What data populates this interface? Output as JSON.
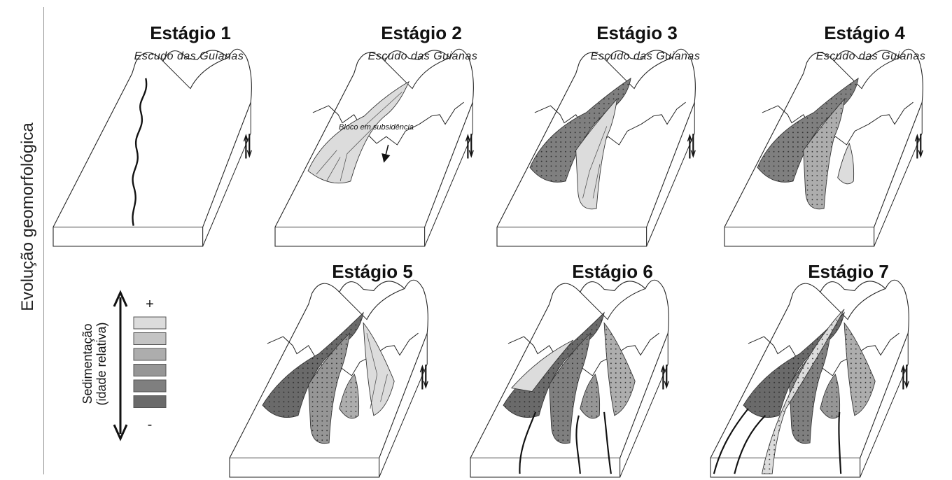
{
  "figure": {
    "side_title": "Evolução geomorfológica",
    "stages": [
      {
        "title": "Estágio 1",
        "subtitle": "Escudo das Guianas",
        "annotation": ""
      },
      {
        "title": "Estágio 2",
        "subtitle": "Escudo das Guianas",
        "annotation": "Bloco em subsidência"
      },
      {
        "title": "Estágio 3",
        "subtitle": "Escudo das Guianas",
        "annotation": ""
      },
      {
        "title": "Estágio 4",
        "subtitle": "Escudo das Guianas",
        "annotation": ""
      },
      {
        "title": "Estágio 5",
        "subtitle": "",
        "annotation": ""
      },
      {
        "title": "Estágio 6",
        "subtitle": "",
        "annotation": ""
      },
      {
        "title": "Estágio 7",
        "subtitle": "",
        "annotation": ""
      }
    ],
    "legend": {
      "title_line1": "Sedimentação",
      "title_line2": "(idade relativa)",
      "plus": "+",
      "minus": "-",
      "scale_colors": [
        "#dcdcdc",
        "#c4c4c4",
        "#adadad",
        "#969696",
        "#7f7f7f",
        "#6a6a6a"
      ]
    }
  }
}
